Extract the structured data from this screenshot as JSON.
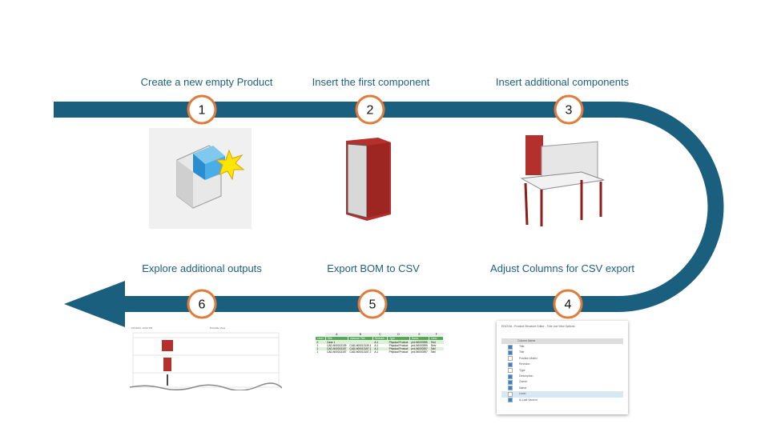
{
  "steps": [
    {
      "number": "1",
      "label": "Create a new empty Product"
    },
    {
      "number": "2",
      "label": "Insert the first component"
    },
    {
      "number": "3",
      "label": "Insert additional components"
    },
    {
      "number": "4",
      "label": "Adjust Columns for CSV export"
    },
    {
      "number": "5",
      "label": "Export BOM to CSV"
    },
    {
      "number": "6",
      "label": "Explore additional outputs"
    }
  ],
  "colors": {
    "arrow": "#1b5f7e",
    "circle_border": "#e07b39",
    "label": "#1d5f7e",
    "sheet_header": "#4caf50"
  },
  "spreadsheet": {
    "columns": [
      "A",
      "B",
      "C",
      "D",
      "E",
      "F"
    ],
    "headers": [
      "Level",
      "Title",
      "Instance Title",
      "Revision",
      "Type",
      "Name",
      "Desc"
    ],
    "rows": [
      [
        "0",
        "Case 1",
        "",
        "A.1",
        "Physical Product",
        "prd-N0000395",
        "Test"
      ],
      [
        "1",
        "CAD-N00013139",
        "CAD-N00013139.1",
        "A.1",
        "Physical Product",
        "prd-N0000395",
        "Serv"
      ],
      [
        "1",
        "CAD-N00013157",
        "CAD-N00013157.1",
        "A.1",
        "Physical Product",
        "prd-N0000397",
        "Tabl"
      ],
      [
        "1",
        "CAD-N00013157",
        "CAD-N00013157.2",
        "A.1",
        "Physical Product",
        "prd-N0000397",
        "Tabl"
      ]
    ]
  },
  "column_options": {
    "title": "ENOVIA - Product Structure Editor - Tree List View Options",
    "header": "Column Name",
    "items": [
      {
        "name": "Title",
        "checked": true
      },
      {
        "name": "Title",
        "checked": true
      },
      {
        "name": "Position Matrix",
        "checked": false
      },
      {
        "name": "Revision",
        "checked": true
      },
      {
        "name": "Type",
        "checked": false
      },
      {
        "name": "Description",
        "checked": true
      },
      {
        "name": "Owner",
        "checked": true
      },
      {
        "name": "Name",
        "checked": true
      },
      {
        "name": "Level",
        "checked": false
      },
      {
        "name": "Is Last Version",
        "checked": true
      }
    ]
  },
  "printable": {
    "timestamp": "10/10/24, 12:02 PM",
    "title": "Printable View"
  }
}
